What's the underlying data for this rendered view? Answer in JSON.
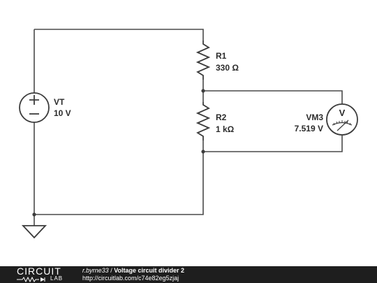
{
  "source": {
    "name": "VT",
    "value": "10 V"
  },
  "r1": {
    "name": "R1",
    "value": "330 Ω"
  },
  "r2": {
    "name": "R2",
    "value": "1 kΩ"
  },
  "meter": {
    "name": "VM3",
    "value": "7.519 V",
    "symbol": "V"
  },
  "footer": {
    "logo_top": "CIRCUIT",
    "logo_bottom": "LAB",
    "author": "r.byrne33",
    "separator": " / ",
    "title": "Voltage circuit divider 2",
    "url": "http://circuitlab.com/c74e82eg5zjaj"
  },
  "colors": {
    "wire": "#4a4a4a",
    "footer_bg": "#1e1e1e"
  }
}
